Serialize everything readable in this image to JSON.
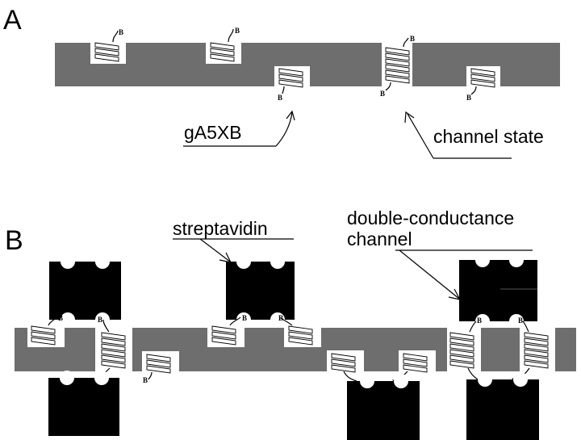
{
  "panel_a": {
    "letter": "A",
    "label_peptide": "gA5XB",
    "label_channel": "channel state",
    "biotin_label": "B"
  },
  "panel_b": {
    "letter": "B",
    "label_streptavidin": "streptavidin",
    "label_double_line1": "double-conductance",
    "label_double_line2": "channel",
    "biotin_label": "B"
  },
  "colors": {
    "membrane": "#6e6e6e",
    "streptavidin": "#000000",
    "background": "#ffffff"
  }
}
